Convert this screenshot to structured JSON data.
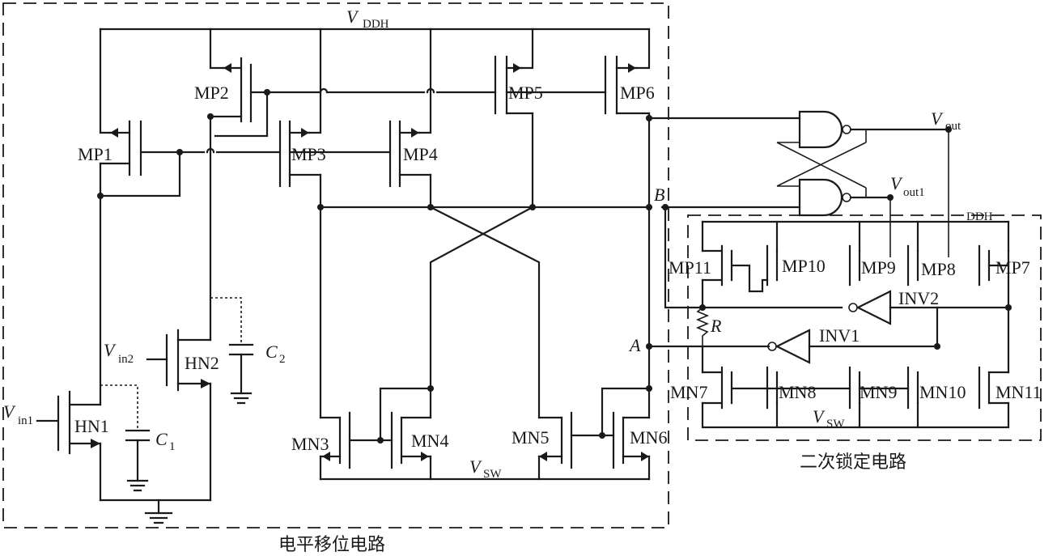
{
  "supply": {
    "vddh_main": "V",
    "vddh_main_sub": "DDH",
    "vddh_sec": "DDH"
  },
  "ground": {
    "vsw_main": "V",
    "vsw_main_sub": "SW",
    "vsw_sec": "V",
    "vsw_sec_sub": "SW"
  },
  "inputs": {
    "vin1": "V",
    "vin1_sub": "in1",
    "vin2": "V",
    "vin2_sub": "in2"
  },
  "outputs": {
    "vout": "V",
    "vout_sub": "out",
    "vout1": "V",
    "vout1_sub": "out1"
  },
  "nodes": {
    "a": "A",
    "b": "B"
  },
  "capacitors": {
    "c1": "C",
    "c1_sub": "1",
    "c2": "C",
    "c2_sub": "2"
  },
  "resistor": "R",
  "transistors": {
    "mp1": "MP1",
    "mp2": "MP2",
    "mp3": "MP3",
    "mp4": "MP4",
    "mp5": "MP5",
    "mp6": "MP6",
    "mp7": "MP7",
    "mp8": "MP8",
    "mp9": "MP9",
    "mp10": "MP10",
    "mp11": "MP11",
    "mn3": "MN3",
    "mn4": "MN4",
    "mn5": "MN5",
    "mn6": "MN6",
    "mn7": "MN7",
    "mn8": "MN8",
    "mn9": "MN9",
    "mn10": "MN10",
    "mn11": "MN11",
    "hn1": "HN1",
    "hn2": "HN2"
  },
  "inverters": {
    "inv1": "INV1",
    "inv2": "INV2"
  },
  "blocks": {
    "level_shifter": "电平移位电路",
    "secondary_lock": "二次锁定电路"
  }
}
